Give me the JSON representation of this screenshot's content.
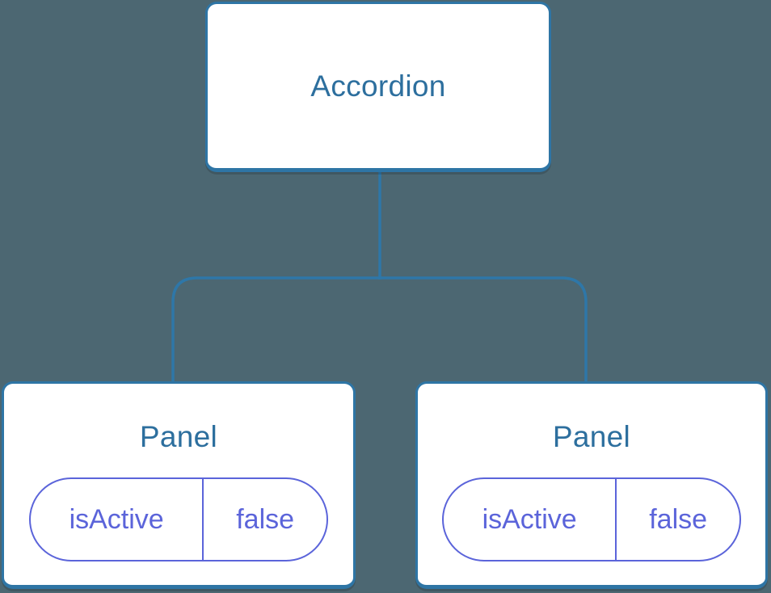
{
  "tree": {
    "root": {
      "label": "Accordion"
    },
    "panels": [
      {
        "label": "Panel",
        "state": {
          "name": "isActive",
          "value": "false"
        }
      },
      {
        "label": "Panel",
        "state": {
          "name": "isActive",
          "value": "false"
        }
      }
    ]
  },
  "colors": {
    "background": "#4C6772",
    "node_fill": "#FFFFFF",
    "node_border": "#2E75A5",
    "node_title_text": "#2D6F9E",
    "connector_line": "#2E77A8",
    "state_accent": "#5B64DA"
  }
}
